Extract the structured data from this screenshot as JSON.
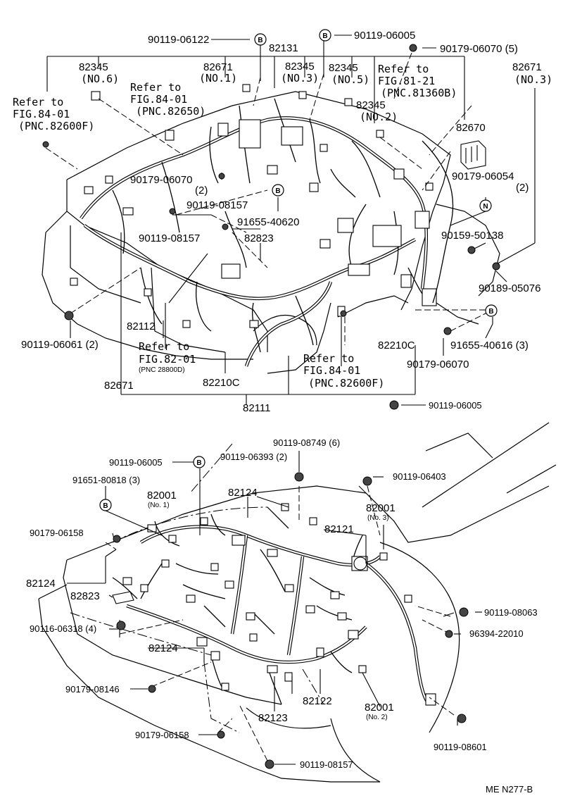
{
  "top_view": {
    "parts": {
      "p90119_06122": "90119-06122",
      "p82131": "82131",
      "p90119_06005_top": "90119-06005",
      "p90179_06070_5": "90179-06070 (5)",
      "p82345_no6_num": "82345",
      "p82345_no6_sub": "(NO.6)",
      "p82671_no1_num": "82671",
      "p82671_no1_sub": "(NO.1)",
      "p82345_no3_num": "82345",
      "p82345_no3_sub": "(NO.3)",
      "p82345_no5_num": "82345",
      "p82345_no5_sub": "(NO.5)",
      "p82671_no3_num": "82671",
      "p82671_no3_sub": "(NO.3)",
      "p82345_no2_num": "82345",
      "p82345_no2_sub": "(NO.2)",
      "p82670": "82670",
      "p90179_06054_num": "90179-06054",
      "p90179_06054_sub": "(2)",
      "p90179_06070_2_num": "90179-06070",
      "p90179_06070_2_sub": "(2)",
      "p90119_08157_a": "90119-08157",
      "p91655_40620": "91655-40620",
      "p90119_08157_b": "90119-08157",
      "p82823": "82823",
      "p90159_50138": "90159-50138",
      "p90189_05076": "90189-05076",
      "p82112": "82112",
      "p90119_06061": "90119-06061 (2)",
      "p82210c_a": "82210C",
      "p91655_40616": "91655-40616 (3)",
      "p90179_06070": "90179-06070",
      "p82671": "82671",
      "p82210c_b": "82210C",
      "p82111": "82111",
      "p90119_06005_bot": "90119-06005"
    },
    "refs": {
      "ref1_l1": "Refer to",
      "ref1_l2": "FIG.84-01",
      "ref1_l3": "(PNC.82600F)",
      "ref2_l1": "Refer to",
      "ref2_l2": "FIG.84-01",
      "ref2_l3": "(PNC.82650)",
      "ref3_l1": "Refer to",
      "ref3_l2": "FIG.81-21",
      "ref3_l3": "(PNC.81360B)",
      "ref4_l1": "Refer to",
      "ref4_l2": "FIG.82-01",
      "ref4_l3": "(PNC 28800D)",
      "ref5_l1": "Refer to",
      "ref5_l2": "FIG.84-01",
      "ref5_l3": "(PNC.82600F)"
    },
    "badges": {
      "b": "B",
      "n": "N"
    }
  },
  "bottom_view": {
    "parts": {
      "p90119_06005": "90119-06005",
      "p90119_06393": "90119-06393 (2)",
      "p90119_08749": "90119-08749 (6)",
      "p91651_80818": "91651-80818 (3)",
      "p90119_06403": "90119-06403",
      "p82001_no1_num": "82001",
      "p82001_no1_sub": "(No. 1)",
      "p82124_a": "82124",
      "p82001_no3_num": "82001",
      "p82001_no3_sub": "(No. 3)",
      "p90179_06158_a": "90179-06158",
      "p82121": "82121",
      "p82124_b": "82124",
      "p82823": "82823",
      "p90119_08063": "90119-08063",
      "p90116_06318": "90116-06318 (4)",
      "p96394_22010": "96394-22010",
      "p82124_c": "82124",
      "p90179_08146": "90179-08146",
      "p82122": "82122",
      "p82001_no2_num": "82001",
      "p82001_no2_sub": "(No. 2)",
      "p82123": "82123",
      "p90179_06158_b": "90179-06158",
      "p90119_08601": "90119-08601",
      "p90119_08157": "90119-08157"
    },
    "badges": {
      "b": "B"
    }
  },
  "footer": {
    "code": "ME  N277-B"
  }
}
